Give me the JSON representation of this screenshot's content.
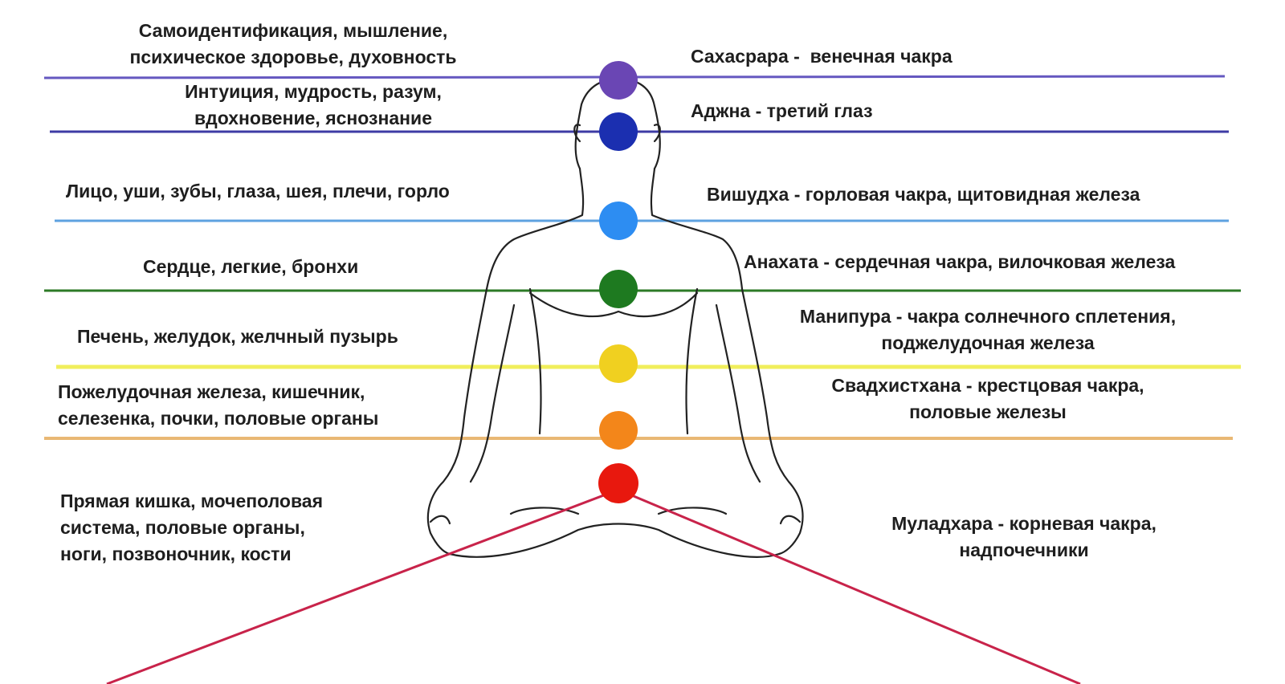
{
  "chakras": [
    {
      "id": "sahasrara",
      "color": "#6a46b4",
      "line_color": "#6558c0",
      "name": [
        "Сахасрара -  венечная чакра"
      ],
      "organs": [
        "Самоидентификация, мышление,",
        "психическое здоровье, духовность"
      ]
    },
    {
      "id": "ajna",
      "color": "#1b2fb0",
      "line_color": "#3e3ba4",
      "name": [
        "Аджна - третий глаз"
      ],
      "organs": [
        "Интуиция, мудрость, разум,",
        "вдохновение, яснознание"
      ]
    },
    {
      "id": "vishuddha",
      "color": "#2d8df2",
      "line_color": "#5ea2e0",
      "name": [
        "Вишудха - горловая чакра, щитовидная железа"
      ],
      "organs": [
        "Лицо, уши, зубы, глаза, шея, плечи, горло"
      ]
    },
    {
      "id": "anahata",
      "color": "#1e7a20",
      "line_color": "#2c7a26",
      "name": [
        "Анахата - сердечная чакра, вилочковая железа"
      ],
      "organs": [
        "Сердце, легкие, бронхи"
      ]
    },
    {
      "id": "manipura",
      "color": "#f0d020",
      "line_color": "#f0ee5c",
      "name": [
        "Манипура - чакра солнечного сплетения,",
        "поджелудочная железа"
      ],
      "organs": [
        "Печень, желудок, желчный пузырь"
      ]
    },
    {
      "id": "svadhisthana",
      "color": "#f3861a",
      "line_color": "#e9b874",
      "name": [
        "Свадхистхана - крестцовая чакра,",
        "половые железы"
      ],
      "organs": [
        "Пожелудочная железа, кишечник,",
        "селезенка, почки, половые органы"
      ]
    },
    {
      "id": "muladhara",
      "color": "#e8180e",
      "line_color": "#c8234a",
      "name": [
        "Муладхара - корневая чакра,",
        "надпочечники"
      ],
      "organs": [
        "Прямая кишка, мочеполовая",
        "система, половые органы,",
        "ноги, позвоночник, кости"
      ]
    }
  ]
}
